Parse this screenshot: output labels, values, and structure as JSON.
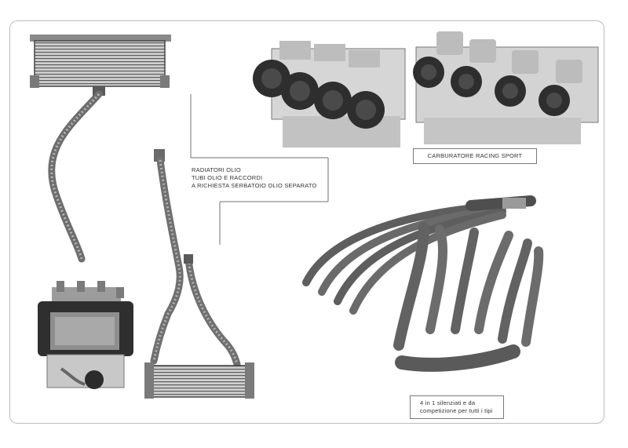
{
  "captions": {
    "oil": {
      "lines": [
        "RADIATORI  OLIO",
        "TUBI OLIO  E RACCORDI",
        "A RICHIESTA SERBATOIO OLIO SEPARATO"
      ]
    },
    "carb": {
      "label": "CARBURATORE RACING SPORT"
    },
    "exhaust": {
      "lines": [
        "4 in 1 silenziati e da",
        "competizione per tutti i tipi"
      ]
    }
  },
  "colors": {
    "paper": "#ffffff",
    "ink": "#333333",
    "metal_dark": "#2e2e2e",
    "metal_mid": "#6f6f6f",
    "metal_light": "#b5b5b5"
  }
}
